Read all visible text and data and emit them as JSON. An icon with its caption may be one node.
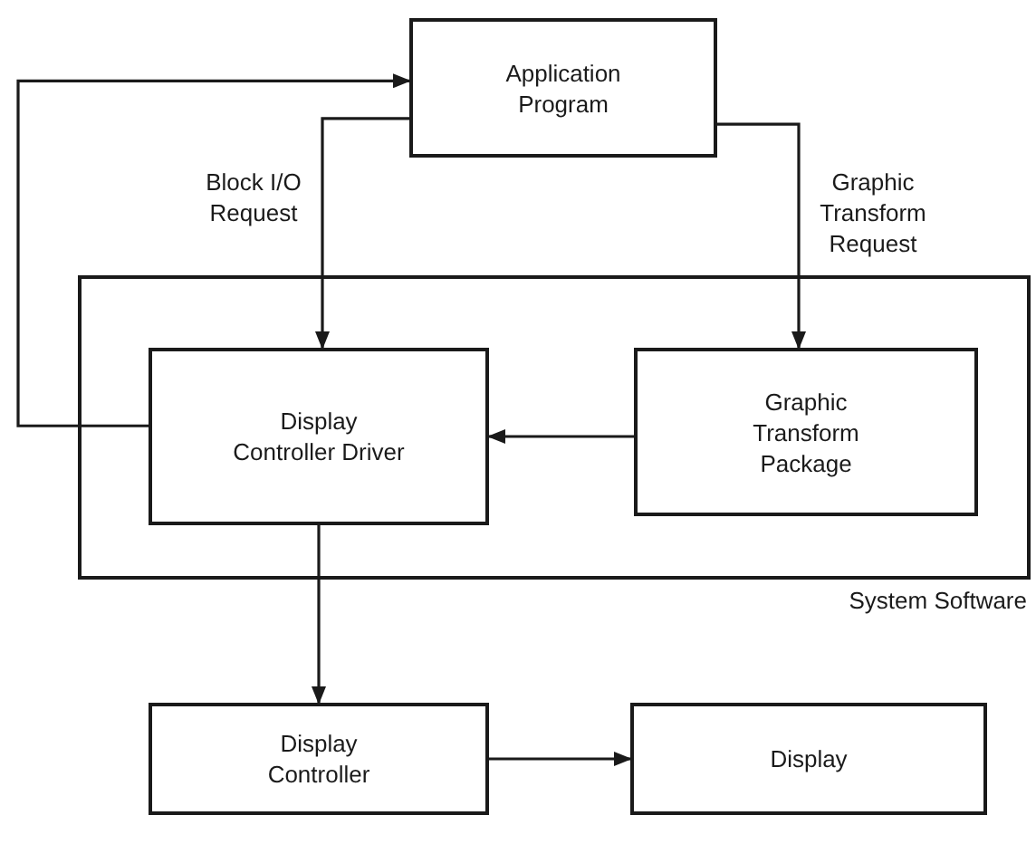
{
  "diagram": {
    "nodes": [
      {
        "text": [
          "Application Program"
        ]
      },
      {
        "text": [
          "System Software"
        ]
      },
      {
        "text": [
          "Display Controller Driver"
        ],
        "in": 1
      },
      {
        "text": [
          "Graphic Transform Package"
        ],
        "in": 1
      },
      {
        "text": [
          "Display Controller"
        ]
      },
      {
        "text": [
          "Display"
        ]
      }
    ],
    "edges": [
      {
        "from": 0,
        "to": 2,
        "arrow": "to",
        "label": "Block I/O Request"
      },
      {
        "from": 0,
        "to": 3,
        "arrow": "to",
        "label": "Graphic Transform Request"
      },
      {
        "from": 3,
        "to": 2,
        "arrow": "to"
      },
      {
        "from": 2,
        "to": 0,
        "arrow": "to"
      },
      {
        "from": 2,
        "to": 4,
        "arrow": "to"
      },
      {
        "from": 4,
        "to": 5,
        "arrow": "to"
      }
    ]
  }
}
